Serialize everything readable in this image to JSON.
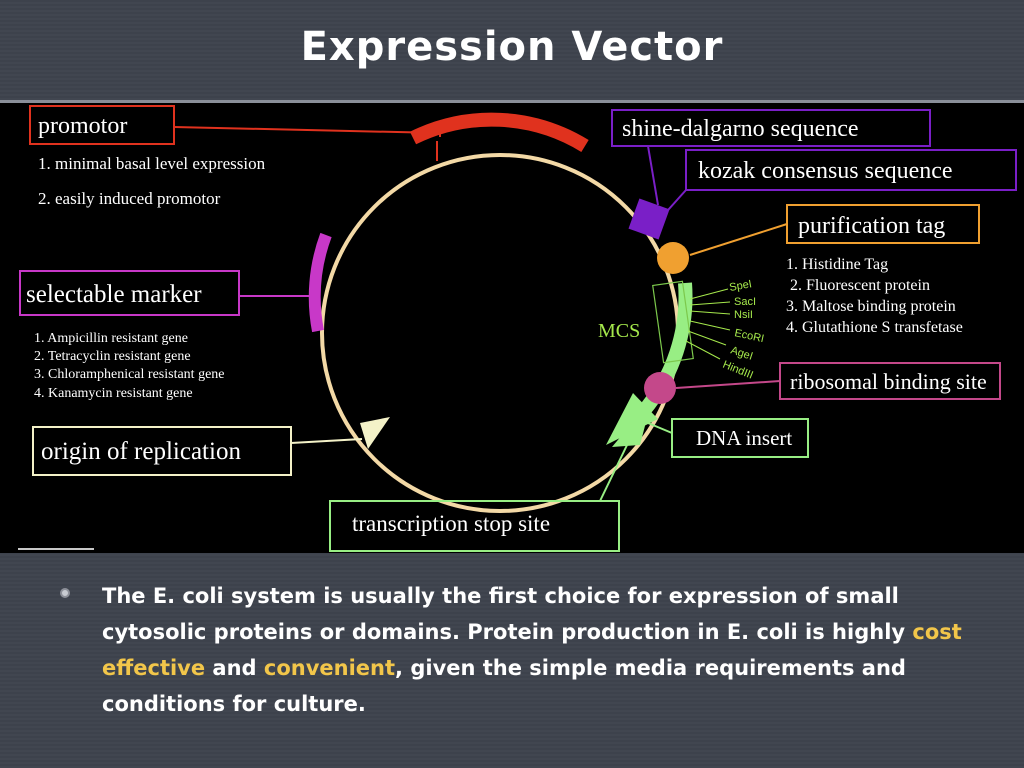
{
  "title": "Expression Vector",
  "diagram": {
    "promotor": {
      "label": "promotor",
      "items": [
        "1. minimal basal level expression",
        "2. easily induced promotor"
      ]
    },
    "selectable_marker": {
      "label": "selectable marker",
      "items": [
        "1. Ampicillin resistant gene",
        "2. Tetracyclin resistant gene",
        "3. Chloramphenical resistant gene",
        "4. Kanamycin resistant gene"
      ]
    },
    "origin_of_replication": {
      "label": "origin of replication"
    },
    "transcription_stop_site": {
      "label": "transcription stop site"
    },
    "shine_dalgarno": {
      "label": "shine-dalgarno sequence"
    },
    "kozak": {
      "label": "kozak consensus sequence"
    },
    "purification_tag": {
      "label": "purification tag",
      "items": [
        "1. Histidine Tag",
        "2. Fluorescent protein",
        "3. Maltose binding protein",
        "4. Glutathione S transfetase"
      ]
    },
    "mcs": {
      "label": "MCS",
      "sites": [
        "SpeI",
        "SacI",
        "NsiI",
        "EcoRI",
        "AgeI",
        "HindIII"
      ]
    },
    "ribosomal_binding_site": {
      "label": "ribosomal binding site"
    },
    "dna_insert": {
      "label": "DNA insert"
    },
    "colors": {
      "promotor": "#e0321e",
      "selectable_marker": "#c838c8",
      "backbone": "#f3d9a6",
      "purple": "#7a1fc7",
      "orange": "#f0a030",
      "insert": "#98ee84",
      "rbs": "#c4488a"
    }
  },
  "body": {
    "part1": "The E. coli system is usually the first choice for expression of small cytosolic proteins or domains. Protein production in E. coli is highly ",
    "highlight1": "cost effective",
    "part2": " and ",
    "highlight2": "convenient",
    "part3": ", given the simple media requirements and conditions for culture."
  }
}
